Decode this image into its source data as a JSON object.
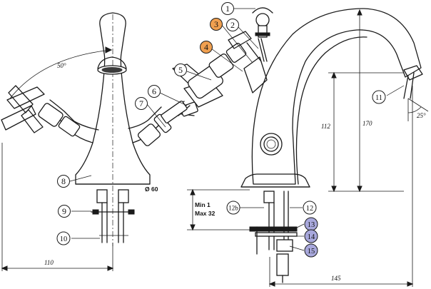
{
  "callouts": [
    {
      "label": "1",
      "fill": "#ffffff"
    },
    {
      "label": "2",
      "fill": "#ffffff"
    },
    {
      "label": "3",
      "fill": "#f0a050"
    },
    {
      "label": "4",
      "fill": "#f0a050"
    },
    {
      "label": "5",
      "fill": "#ffffff"
    },
    {
      "label": "6",
      "fill": "#ffffff"
    },
    {
      "label": "7",
      "fill": "#ffffff"
    },
    {
      "label": "8",
      "fill": "#ffffff"
    },
    {
      "label": "9",
      "fill": "#ffffff"
    },
    {
      "label": "10",
      "fill": "#ffffff"
    },
    {
      "label": "11",
      "fill": "#ffffff"
    },
    {
      "label": "12",
      "fill": "#ffffff"
    },
    {
      "label": "12b",
      "fill": "#ffffff"
    },
    {
      "label": "13",
      "fill": "#a8a8dc"
    },
    {
      "label": "14",
      "fill": "#a8a8dc"
    },
    {
      "label": "15",
      "fill": "#a8a8dc"
    }
  ],
  "dimensions": {
    "angle_handle": "50°",
    "angle_spout": "25°",
    "height_outlet": "112",
    "height_total": "170",
    "base_diameter": "Ø 60",
    "width_left": "110",
    "reach_right": "145",
    "deck_min": "Min 1",
    "deck_max": "Max 32"
  }
}
